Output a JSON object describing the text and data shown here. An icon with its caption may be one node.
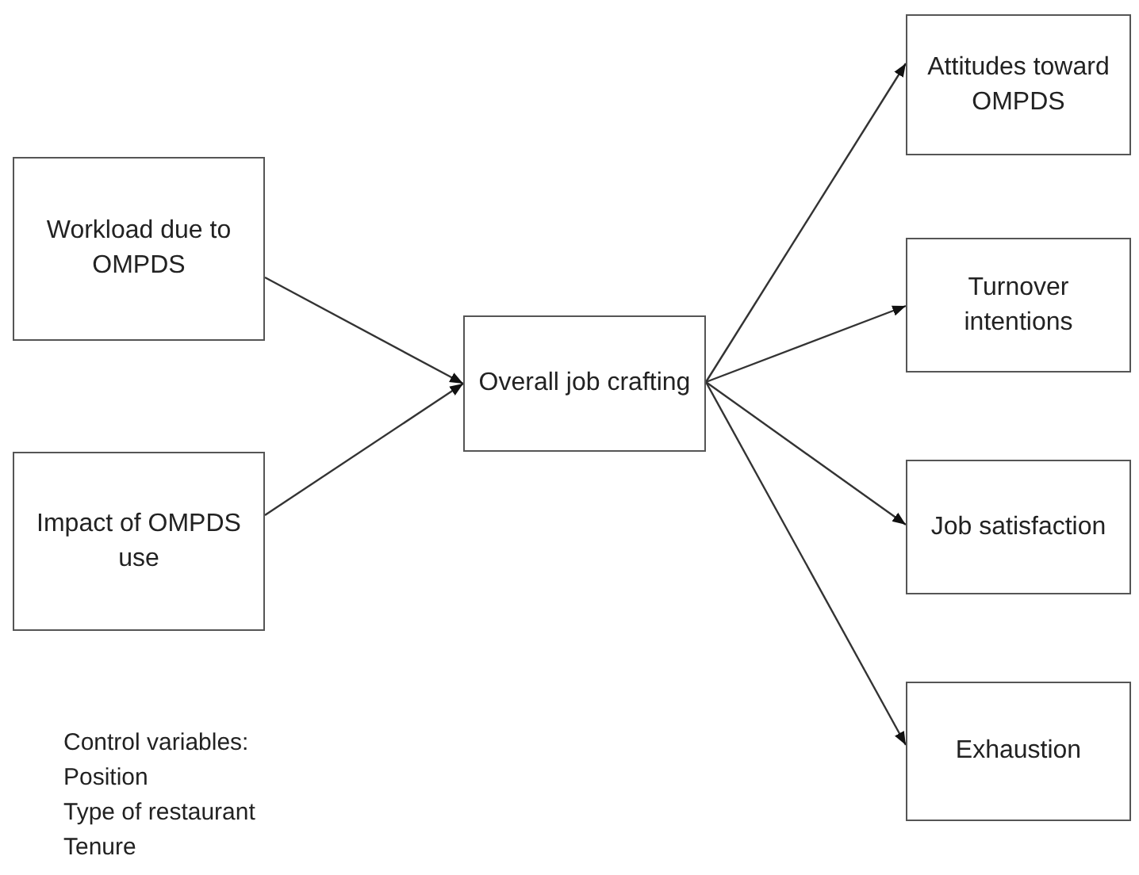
{
  "diagram": {
    "nodes": [
      {
        "text": [
          "Workload due to OMPDS"
        ]
      },
      {
        "text": [
          "Impact of OMPDS use"
        ]
      },
      {
        "text": [
          "Overall job crafting"
        ]
      },
      {
        "text": [
          "Attitudes toward OMPDS"
        ]
      },
      {
        "text": [
          "Turnover intentions"
        ]
      },
      {
        "text": [
          "Job satisfaction"
        ]
      },
      {
        "text": [
          "Exhaustion"
        ]
      }
    ],
    "edges": [
      {
        "from": 0,
        "to": 2,
        "arrow": "to"
      },
      {
        "from": 1,
        "to": 2,
        "arrow": "to"
      },
      {
        "from": 2,
        "to": 3,
        "arrow": "to"
      },
      {
        "from": 2,
        "to": 4,
        "arrow": "to"
      },
      {
        "from": 2,
        "to": 5,
        "arrow": "to"
      },
      {
        "from": 2,
        "to": 6,
        "arrow": "to"
      }
    ],
    "labels": [
      "Control variables:",
      "Position",
      "Type of restaurant",
      "Tenure"
    ]
  }
}
